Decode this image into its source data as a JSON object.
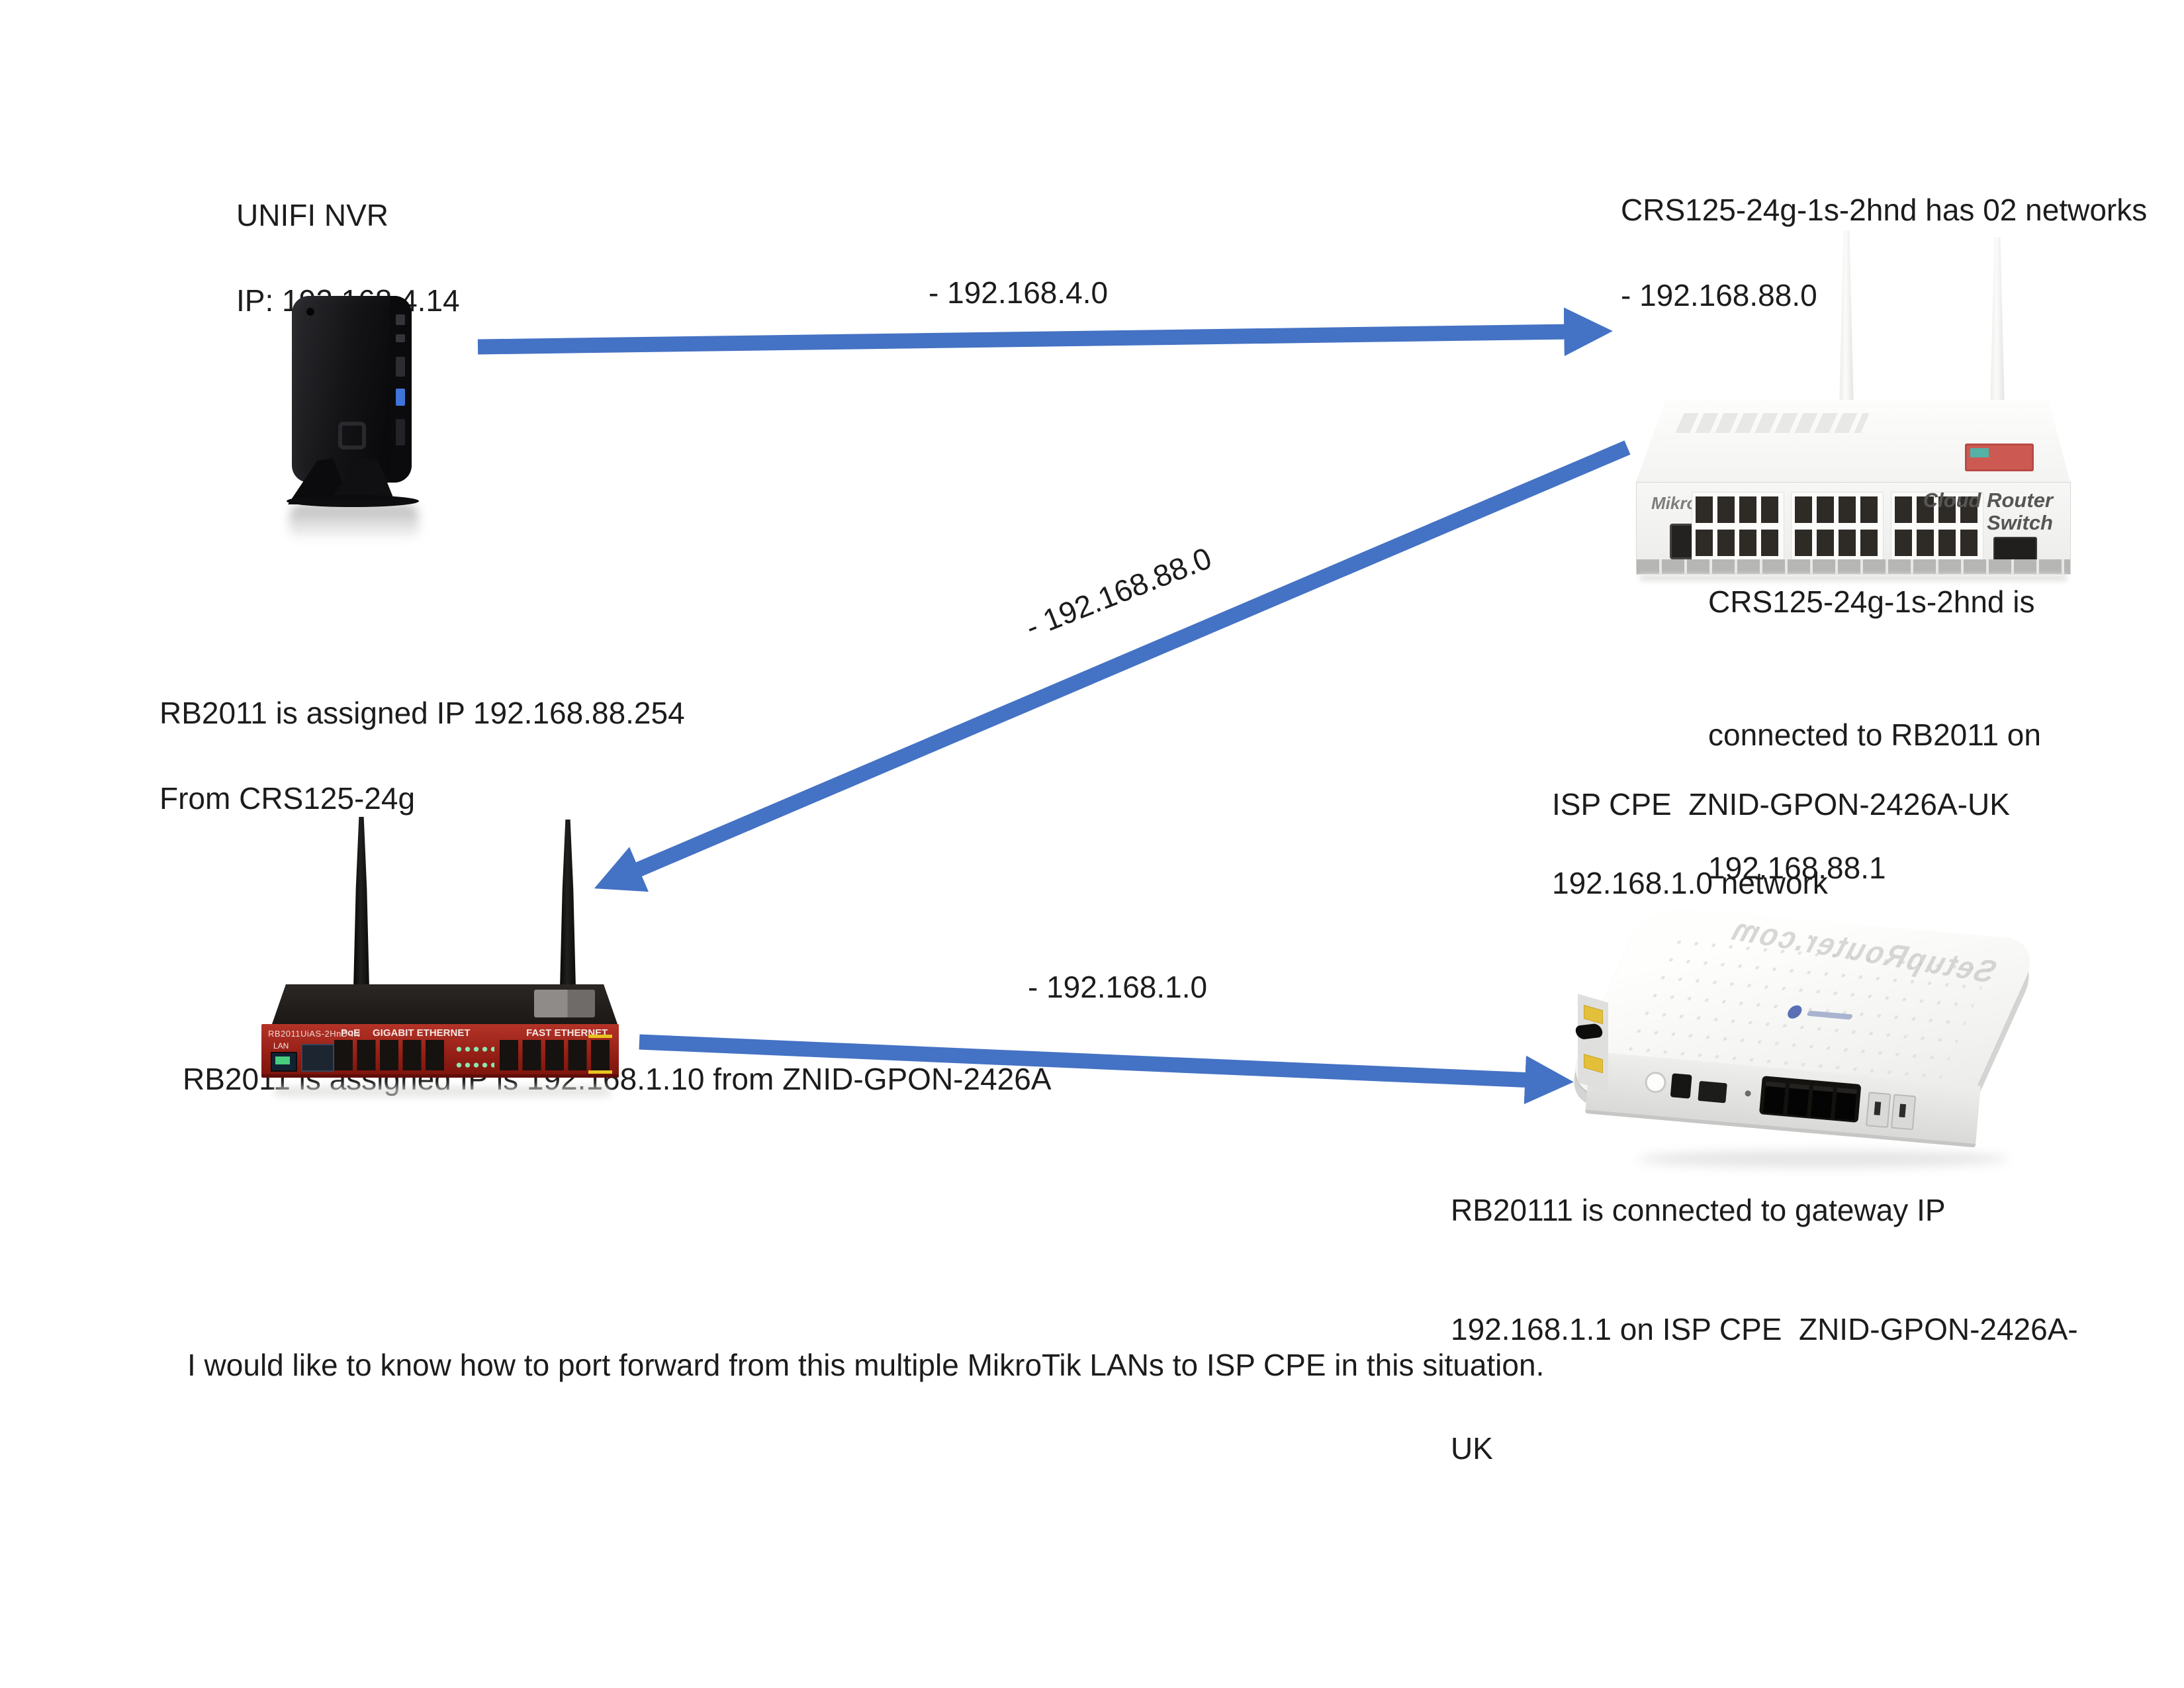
{
  "colors": {
    "arrow_blue": "#4472c4",
    "text": "#1c1c1c",
    "mikrotik_red": "#a8281d",
    "warning_yellow": "#e4bf3a"
  },
  "nvr": {
    "title": "UNIFI NVR",
    "ip": "IP: 192.168.4.14"
  },
  "crs_switch": {
    "title": "CRS125-24g-1s-2hnd has 02 networks",
    "network": "- 192.168.88.0",
    "brand": "MikroTik",
    "product_line1": "Cloud Router",
    "product_line2": "Switch",
    "note_line1": "CRS125-24g-1s-2hnd is",
    "note_line2": "connected to RB2011 on",
    "note_line3": "192.168.88.1"
  },
  "rb2011": {
    "assigned_ip_line1": "RB2011 is assigned IP 192.168.88.254",
    "assigned_ip_line2": "From CRS125-24g",
    "model": "RB2011UiAS-2HnD-IN",
    "poe_label": "PoE",
    "gigabit_label": "GIGABIT ETHERNET",
    "fast_label": "FAST ETHERNET",
    "lan_label": "LAN",
    "wan_note": "RB2011 is assigned IP is 192.168.1.10 from ZNID-GPON-2426A"
  },
  "isp_cpe": {
    "title": "ISP CPE  ZNID-GPON-2426A-UK",
    "network": "192.168.1.0 network",
    "watermark": "SetupRouter.com",
    "note_line1": "RB20111 is connected to gateway IP",
    "note_line2": "192.168.1.1 on ISP CPE  ZNID-GPON-2426A-",
    "note_line3": "UK"
  },
  "links": {
    "nvr_to_switch": "- 192.168.4.0",
    "switch_to_rb2011": "- 192.168.88.0",
    "rb2011_to_cpe": "- 192.168.1.0"
  },
  "question": "I would like to know how to port forward from this multiple MikroTik LANs to ISP CPE in this situation."
}
